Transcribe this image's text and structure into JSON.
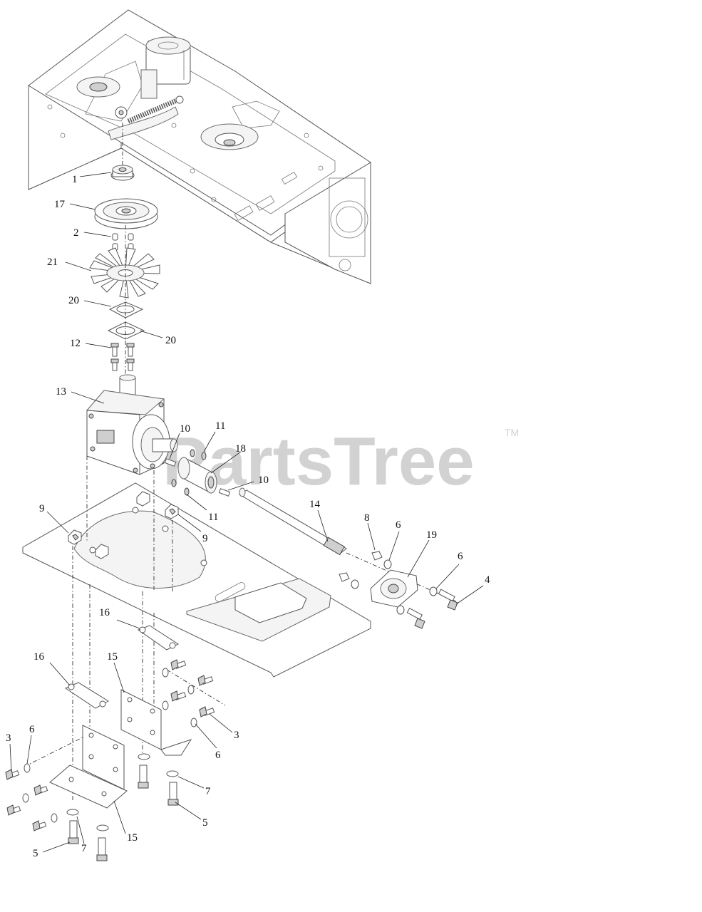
{
  "watermark": {
    "text": "PartsTree",
    "trademark": "TM"
  },
  "callouts": [
    {
      "id": "c1",
      "number": "1"
    },
    {
      "id": "c17",
      "number": "17"
    },
    {
      "id": "c2",
      "number": "2"
    },
    {
      "id": "c21",
      "number": "21"
    },
    {
      "id": "c20a",
      "number": "20"
    },
    {
      "id": "c20b",
      "number": "20"
    },
    {
      "id": "c12",
      "number": "12"
    },
    {
      "id": "c13",
      "number": "13"
    },
    {
      "id": "c10a",
      "number": "10"
    },
    {
      "id": "c11a",
      "number": "11"
    },
    {
      "id": "c18",
      "number": "18"
    },
    {
      "id": "c10b",
      "number": "10"
    },
    {
      "id": "c11b",
      "number": "11"
    },
    {
      "id": "c9a",
      "number": "9"
    },
    {
      "id": "c9b",
      "number": "9"
    },
    {
      "id": "c14",
      "number": "14"
    },
    {
      "id": "c8",
      "number": "8"
    },
    {
      "id": "c6a",
      "number": "6"
    },
    {
      "id": "c19",
      "number": "19"
    },
    {
      "id": "c6b",
      "number": "6"
    },
    {
      "id": "c4",
      "number": "4"
    },
    {
      "id": "c16a",
      "number": "16"
    },
    {
      "id": "c16b",
      "number": "16"
    },
    {
      "id": "c15a",
      "number": "15"
    },
    {
      "id": "c3a",
      "number": "3"
    },
    {
      "id": "c6c",
      "number": "6"
    },
    {
      "id": "c3b",
      "number": "3"
    },
    {
      "id": "c6d",
      "number": "6"
    },
    {
      "id": "c7a",
      "number": "7"
    },
    {
      "id": "c5a",
      "number": "5"
    },
    {
      "id": "c5b",
      "number": "5"
    },
    {
      "id": "c7b",
      "number": "7"
    },
    {
      "id": "c15b",
      "number": "15"
    }
  ]
}
